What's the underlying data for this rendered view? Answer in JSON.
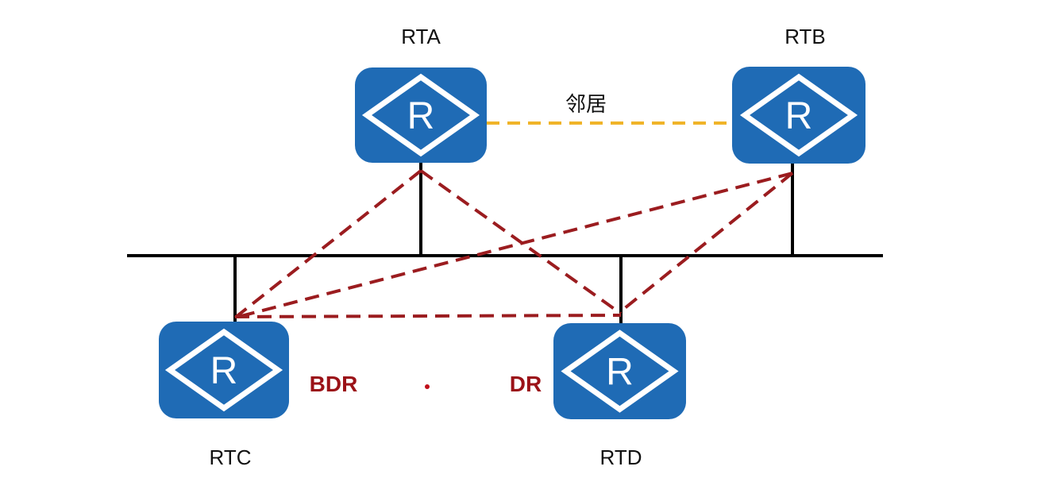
{
  "routers": [
    {
      "id": "rta",
      "name": "RTA",
      "icon_letter": "R"
    },
    {
      "id": "rtb",
      "name": "RTB",
      "icon_letter": "R"
    },
    {
      "id": "rtc",
      "name": "RTC",
      "icon_letter": "R"
    },
    {
      "id": "rtd",
      "name": "RTD",
      "icon_letter": "R"
    }
  ],
  "neighbor_label": "邻居",
  "roles": {
    "bdr": "BDR",
    "dr": "DR"
  },
  "colors": {
    "router_fill": "#1f6bb5",
    "adjacency_line": "#9b1c1f",
    "neighbor_line": "#f0b429",
    "bus_line": "#000000",
    "role_text": "#9b1218"
  }
}
